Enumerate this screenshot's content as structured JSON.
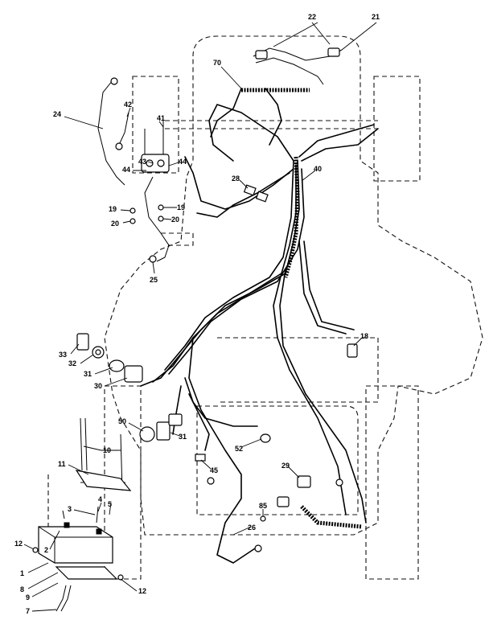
{
  "diagram": {
    "callouts": [
      {
        "id": "c22",
        "text": "22"
      },
      {
        "id": "c21",
        "text": "21"
      },
      {
        "id": "c70",
        "text": "70"
      },
      {
        "id": "c24",
        "text": "24"
      },
      {
        "id": "c42",
        "text": "42"
      },
      {
        "id": "c41",
        "text": "41"
      },
      {
        "id": "c43",
        "text": "43"
      },
      {
        "id": "c44a",
        "text": "44"
      },
      {
        "id": "c44b",
        "text": "44"
      },
      {
        "id": "c40",
        "text": "40"
      },
      {
        "id": "c28",
        "text": "28"
      },
      {
        "id": "c19a",
        "text": "19"
      },
      {
        "id": "c19b",
        "text": "19"
      },
      {
        "id": "c20a",
        "text": "20"
      },
      {
        "id": "c20b",
        "text": "20"
      },
      {
        "id": "c25",
        "text": "25"
      },
      {
        "id": "c18",
        "text": "18"
      },
      {
        "id": "c33",
        "text": "33"
      },
      {
        "id": "c32",
        "text": "32"
      },
      {
        "id": "c31a",
        "text": "31"
      },
      {
        "id": "c30",
        "text": "30"
      },
      {
        "id": "c50",
        "text": "50"
      },
      {
        "id": "c31b",
        "text": "31"
      },
      {
        "id": "c52",
        "text": "52"
      },
      {
        "id": "c45",
        "text": "45"
      },
      {
        "id": "c10",
        "text": "10"
      },
      {
        "id": "c11",
        "text": "11"
      },
      {
        "id": "c29",
        "text": "29"
      },
      {
        "id": "c3",
        "text": "3"
      },
      {
        "id": "c4",
        "text": "4"
      },
      {
        "id": "c5",
        "text": "5"
      },
      {
        "id": "c12a",
        "text": "12"
      },
      {
        "id": "c2",
        "text": "2"
      },
      {
        "id": "c26",
        "text": "26"
      },
      {
        "id": "c85",
        "text": "85"
      },
      {
        "id": "c1",
        "text": "1"
      },
      {
        "id": "c8",
        "text": "8"
      },
      {
        "id": "c12b",
        "text": "12"
      },
      {
        "id": "c9",
        "text": "9"
      },
      {
        "id": "c7",
        "text": "7"
      }
    ]
  }
}
